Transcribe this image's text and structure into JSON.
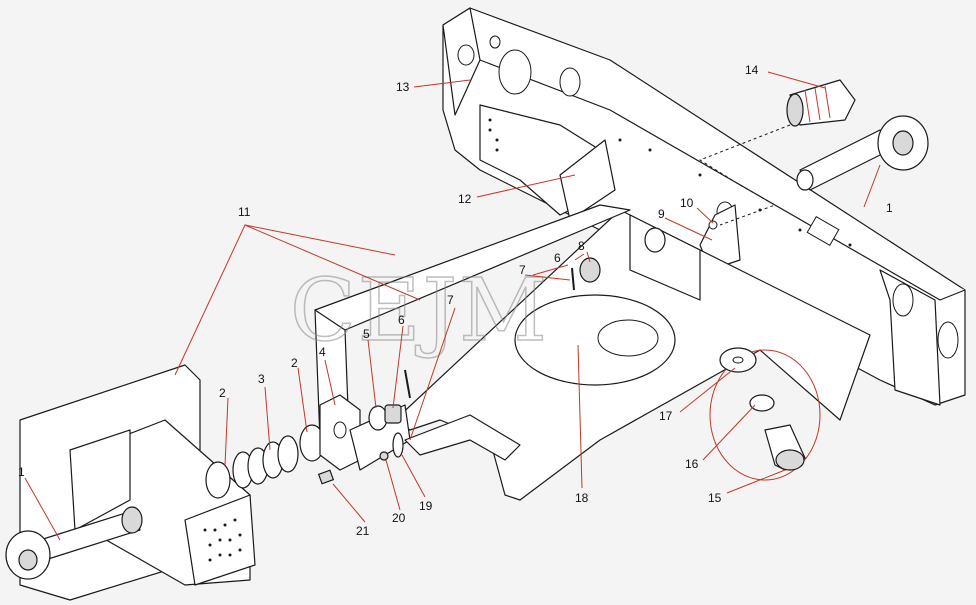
{
  "watermark": {
    "text": "СЕЈМ"
  },
  "callouts": [
    {
      "id": "1",
      "label": "1"
    },
    {
      "id": "1b",
      "label": "1"
    },
    {
      "id": "2",
      "label": "2"
    },
    {
      "id": "2b",
      "label": "2"
    },
    {
      "id": "3",
      "label": "3"
    },
    {
      "id": "4",
      "label": "4"
    },
    {
      "id": "5",
      "label": "5"
    },
    {
      "id": "6",
      "label": "6"
    },
    {
      "id": "6b",
      "label": "6"
    },
    {
      "id": "7",
      "label": "7"
    },
    {
      "id": "7b",
      "label": "7"
    },
    {
      "id": "8",
      "label": "8"
    },
    {
      "id": "9",
      "label": "9"
    },
    {
      "id": "10",
      "label": "10"
    },
    {
      "id": "11",
      "label": "11"
    },
    {
      "id": "12",
      "label": "12"
    },
    {
      "id": "13",
      "label": "13"
    },
    {
      "id": "14",
      "label": "14"
    },
    {
      "id": "15",
      "label": "15"
    },
    {
      "id": "16",
      "label": "16"
    },
    {
      "id": "17",
      "label": "17"
    },
    {
      "id": "18",
      "label": "18"
    },
    {
      "id": "19",
      "label": "19"
    },
    {
      "id": "20",
      "label": "20"
    },
    {
      "id": "21",
      "label": "21"
    }
  ]
}
